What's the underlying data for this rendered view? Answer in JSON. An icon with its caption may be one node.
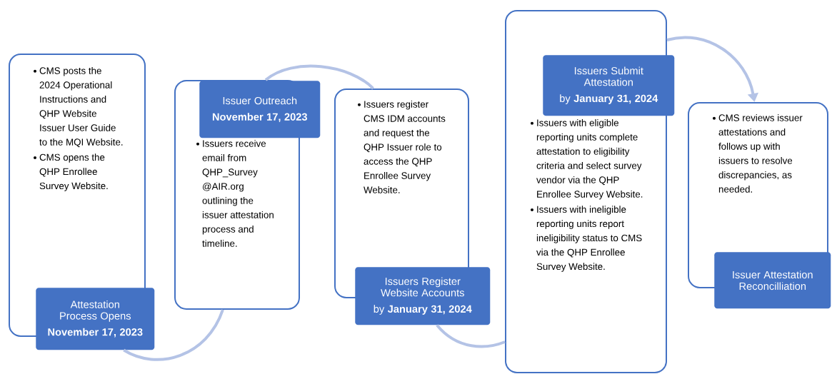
{
  "diagram": {
    "nodes": [
      {
        "text": [
          "CMS posts the 2024 Operational Instructions and QHP Website Issuer User Guide to the MQI Website.",
          "CMS opens the QHP Enrollee Survey Website."
        ]
      },
      {
        "text": [
          "Attestation Process Opens",
          "November 17, 2023"
        ]
      },
      {
        "text": [
          "Issuers receive email from QHP_Survey @AIR.org outlining the issuer attestation process and timeline."
        ]
      },
      {
        "text": [
          "Issuer Outreach",
          "November 17, 2023"
        ]
      },
      {
        "text": [
          "Issuers register CMS IDM accounts and request the QHP Issuer role to access the QHP Enrollee Survey Website."
        ]
      },
      {
        "text": [
          "Issuers Register Website Accounts",
          "by **January 31, 2024**"
        ]
      },
      {
        "text": [
          "Issuers with eligible reporting units complete attestation to eligibility criteria and select survey vendor via the QHP Enrollee Survey Website.",
          "Issuers with ineligible reporting units report ineligibility status to CMS via the QHP Enrollee Survey Website."
        ]
      },
      {
        "text": [
          "Issuers Submit Attestation",
          "by **January 31, 2024**"
        ]
      },
      {
        "text": [
          "CMS reviews issuer attestations and follows up with issuers to resolve discrepancies, as needed."
        ]
      },
      {
        "text": [
          "Issuer Attestation Reconcilliation"
        ]
      }
    ],
    "edges": [
      {
        "from": 1,
        "to": 2,
        "arrow": "none"
      },
      {
        "from": 2,
        "to": 4,
        "arrow": "none"
      },
      {
        "from": 5,
        "to": 6,
        "arrow": "none"
      },
      {
        "from": 6,
        "to": 8,
        "arrow": "to"
      }
    ]
  }
}
